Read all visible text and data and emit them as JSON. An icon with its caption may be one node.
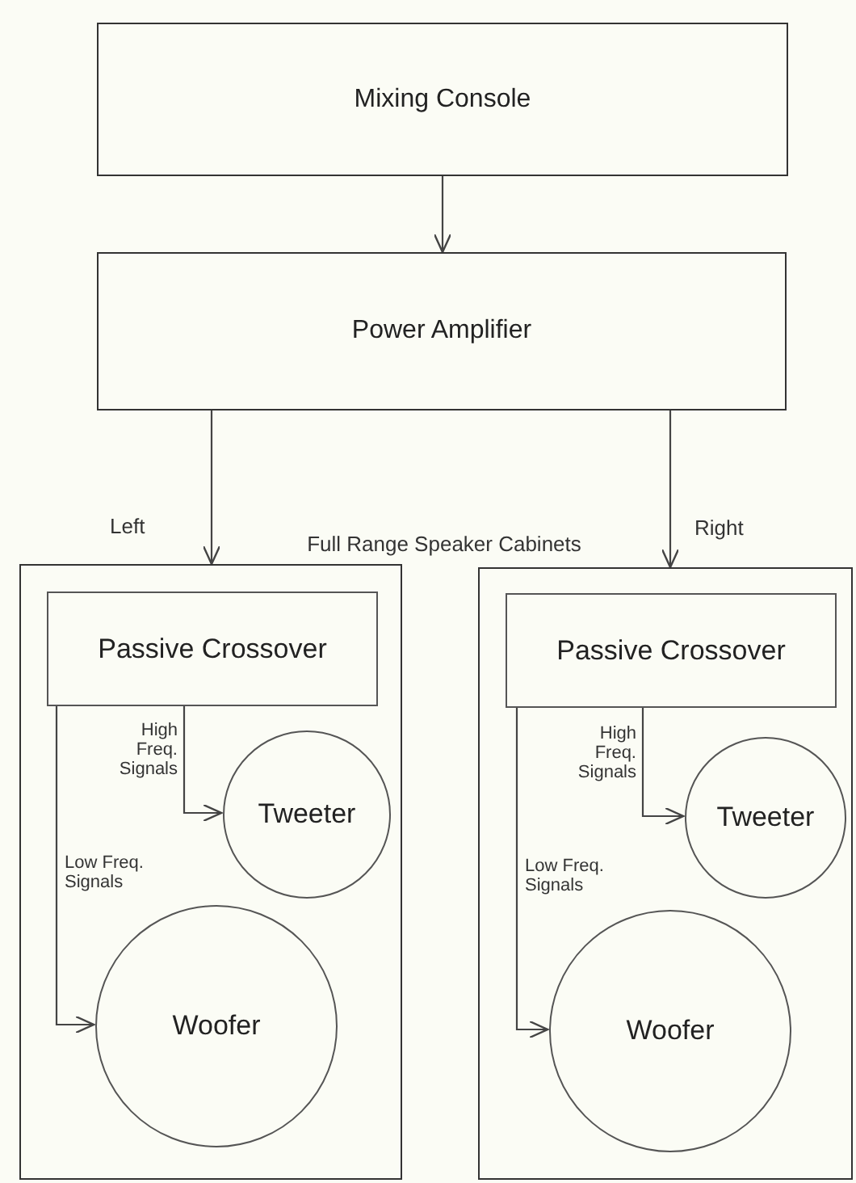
{
  "diagram": {
    "nodes": [
      {
        "text": [
          "Mixing Console"
        ]
      },
      {
        "text": [
          "Power Amplifier"
        ]
      },
      {
        "text": [],
        "shape": "box"
      },
      {
        "text": [
          "Passive Crossover"
        ],
        "in": 2
      },
      {
        "text": [
          "Tweeter"
        ],
        "in": 2
      },
      {
        "text": [
          "Woofer"
        ],
        "in": 2
      },
      {
        "text": [],
        "shape": "box"
      },
      {
        "text": [
          "Passive Crossover"
        ],
        "in": 6
      },
      {
        "text": [
          "Tweeter"
        ],
        "in": 6
      },
      {
        "text": [
          "Woofer"
        ],
        "in": 6
      }
    ],
    "edges": [
      {
        "from": 0,
        "to": 1,
        "arrow": "to"
      },
      {
        "from": 1,
        "to": 2,
        "arrow": "to",
        "label": "Left"
      },
      {
        "from": 1,
        "to": 6,
        "arrow": "to",
        "label": "Right"
      },
      {
        "from": 3,
        "to": 4,
        "arrow": "to",
        "label": "High Freq. Signals"
      },
      {
        "from": 3,
        "to": 5,
        "arrow": "to",
        "label": "Low Freq. Signals"
      },
      {
        "from": 7,
        "to": 8,
        "arrow": "to",
        "label": "High Freq. Signals"
      },
      {
        "from": 7,
        "to": 9,
        "arrow": "to",
        "label": "Low Freq. Signals"
      }
    ],
    "labels": [
      "Full Range Speaker Cabinets"
    ]
  }
}
